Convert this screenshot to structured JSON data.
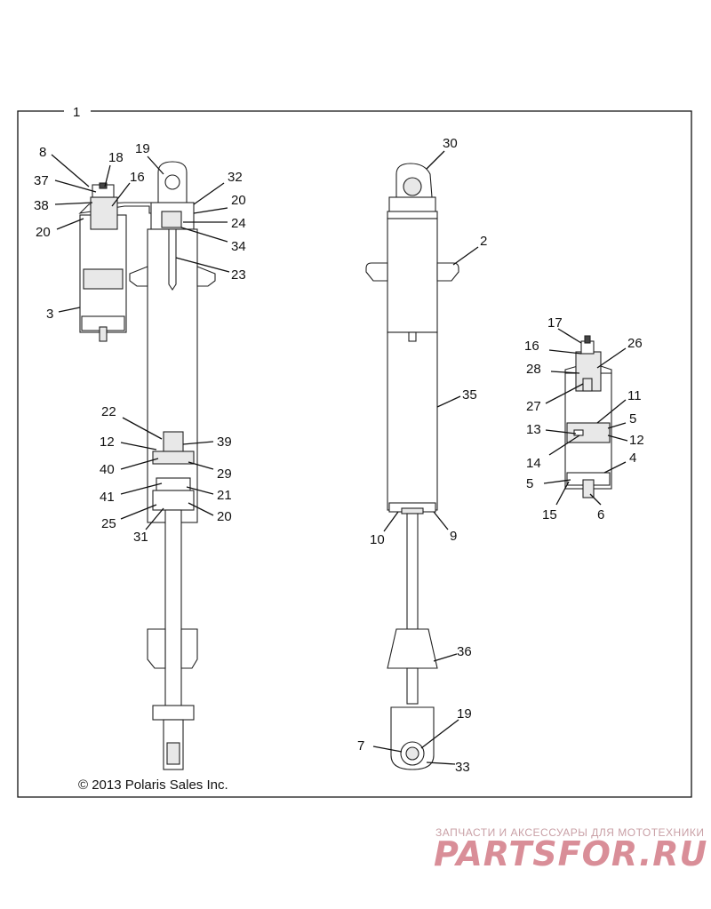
{
  "figure": {
    "assembly_callout": "1",
    "copyright": "© 2013 Polaris Sales Inc."
  },
  "watermark": {
    "tagline": "ЗАПЧАСТИ И АКСЕССУАРЫ ДЛЯ МОТОТЕХНИКИ",
    "logo": "PARTSFOR.RU"
  },
  "callouts": {
    "left": [
      "8",
      "18",
      "19",
      "37",
      "16",
      "32",
      "20",
      "38",
      "20",
      "24",
      "34",
      "23",
      "3",
      "22",
      "12",
      "39",
      "40",
      "29",
      "41",
      "21",
      "25",
      "20",
      "31"
    ],
    "center": [
      "30",
      "2",
      "35",
      "10",
      "9",
      "36",
      "19",
      "7",
      "33"
    ],
    "right": [
      "17",
      "16",
      "26",
      "28",
      "27",
      "11",
      "5",
      "13",
      "12",
      "14",
      "4",
      "5",
      "15",
      "6"
    ]
  },
  "colors": {
    "line": "#111111",
    "part_fill": "#ffffff",
    "part_shade": "#e8e8e8",
    "watermark": "#d98e98"
  }
}
